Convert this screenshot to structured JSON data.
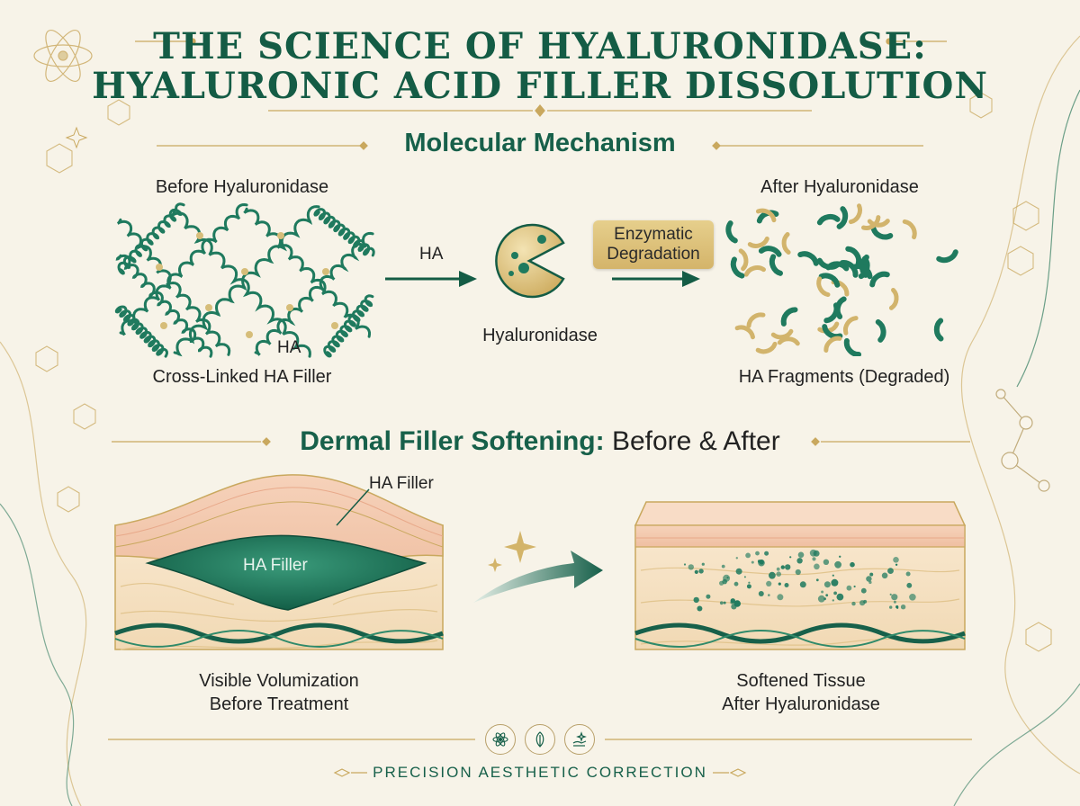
{
  "title": {
    "line1": "THE SCIENCE OF HYALURONIDASE:",
    "line2": "HYALURONIC ACID FILLER DISSOLUTION"
  },
  "molecular": {
    "heading": "Molecular Mechanism",
    "before_title": "Before Hyaluronidase",
    "after_title": "After Hyaluronidase",
    "ha_inline_label": "HA",
    "arrow_label": "HA",
    "enzyme_label": "Hyaluronidase",
    "badge_line1": "Enzymatic",
    "badge_line2": "Degradation",
    "before_caption": "Cross-Linked HA Filler",
    "after_caption": "HA Fragments (Degraded)"
  },
  "dermal": {
    "heading_bold": "Dermal Filler Softening:",
    "heading_light": "Before & After",
    "callout_label": "HA Filler",
    "blob_label": "HA Filler",
    "before_caption_line1": "Visible Volumization",
    "before_caption_line2": "Before Treatment",
    "after_caption_line1": "Softened Tissue",
    "after_caption_line2": "After Hyaluronidase"
  },
  "footer": {
    "tagline": "PRECISION AESTHETIC CORRECTION",
    "icons": [
      "atom-icon",
      "leaf-icon",
      "hand-sparkle-icon"
    ]
  },
  "colors": {
    "primary_green": "#17604a",
    "gold": "#c9a85e",
    "cream": "#f7f3e8"
  }
}
